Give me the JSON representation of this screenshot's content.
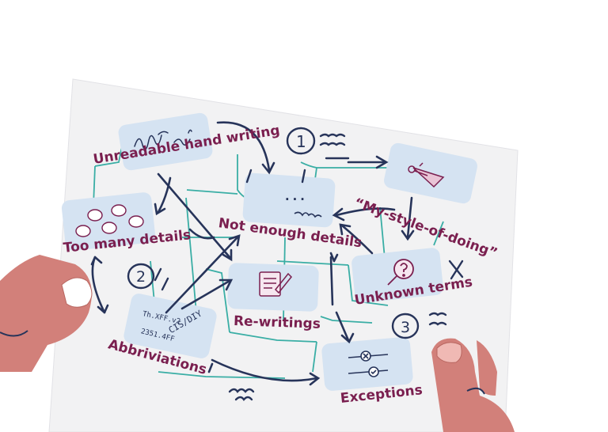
{
  "colors": {
    "paper": "#f2f2f3",
    "box": "#d5e3f2",
    "connector": "#3aaea5",
    "ink": "#27345a",
    "label": "#7a1f4f",
    "skin": "#d2807a",
    "skin_dark": "#b86660"
  },
  "labels": {
    "unreadable": "Unreadable hand writing",
    "too_many": "Too many details",
    "abbreviations": "Abbriviations",
    "not_enough": "Not enough details",
    "rewritings": "Re-writings",
    "my_style": "“My-style-of-doing”",
    "unknown_terms": "Unknown terms",
    "exceptions": "Exceptions"
  },
  "abbrev_box": {
    "text1": "Th.XFF.v2",
    "text2": "CIS/DIY",
    "text3": "2351.4FF"
  },
  "not_enough_box": {
    "dots": "..."
  },
  "markers": [
    "1",
    "2",
    "3"
  ],
  "icons": [
    "scribble-icon",
    "speech-bubbles-icon",
    "document-pen-icon",
    "superhero-icon",
    "magnifier-question-icon",
    "sliders-icon"
  ]
}
